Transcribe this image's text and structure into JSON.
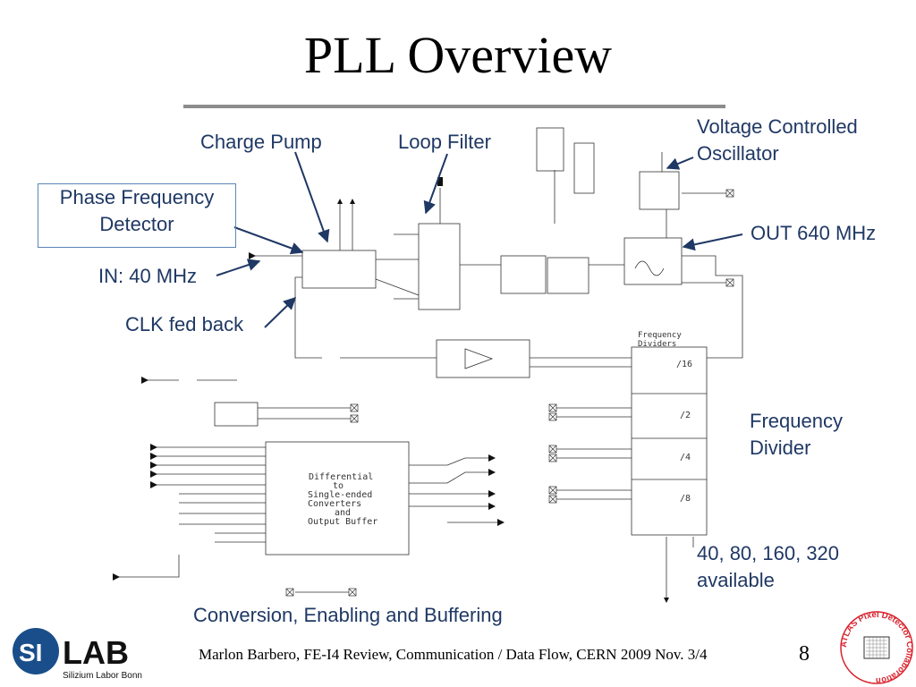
{
  "slide": {
    "title": "PLL Overview",
    "page_number": "8",
    "footer": "Marlon Barbero, FE-I4 Review, Communication / Data Flow, CERN 2009 Nov. 3/4"
  },
  "callouts": {
    "charge_pump": "Charge Pump",
    "loop_filter": "Loop Filter",
    "vco_line1": "Voltage Controlled",
    "vco_line2": "Oscillator",
    "pfd_line1": "Phase Frequency",
    "pfd_line2": "Detector",
    "out": "OUT 640 MHz",
    "in": "IN: 40 MHz",
    "clk_fed_back": "CLK fed back",
    "freq_div_line1": "Frequency",
    "freq_div_line2": "Divider",
    "avail_line1": "40, 80, 160, 320",
    "avail_line2": "available",
    "conversion": "Conversion, Enabling and Buffering"
  },
  "schematic": {
    "freq_dividers_label_1": "Frequency",
    "freq_dividers_label_2": "Dividers",
    "div_16": "/16",
    "div_2": "/2",
    "div_4": "/4",
    "div_8": "/8",
    "diff_1": "Differential",
    "diff_2": "to",
    "diff_3": "Single-ended",
    "diff_4": "Converters",
    "diff_5": "and",
    "diff_6": "Output Buffer"
  },
  "logos": {
    "silab_si": "SI",
    "silab_lab": "LAB",
    "silab_sub": "Silizium Labor Bonn",
    "atlas_text": "ATLAS Pixel Detector Collaboration"
  },
  "colors": {
    "callout_text": "#1f3864",
    "arrow": "#1f3864",
    "silab_blue": "#1a4e8a",
    "atlas_red": "#d9232e"
  }
}
